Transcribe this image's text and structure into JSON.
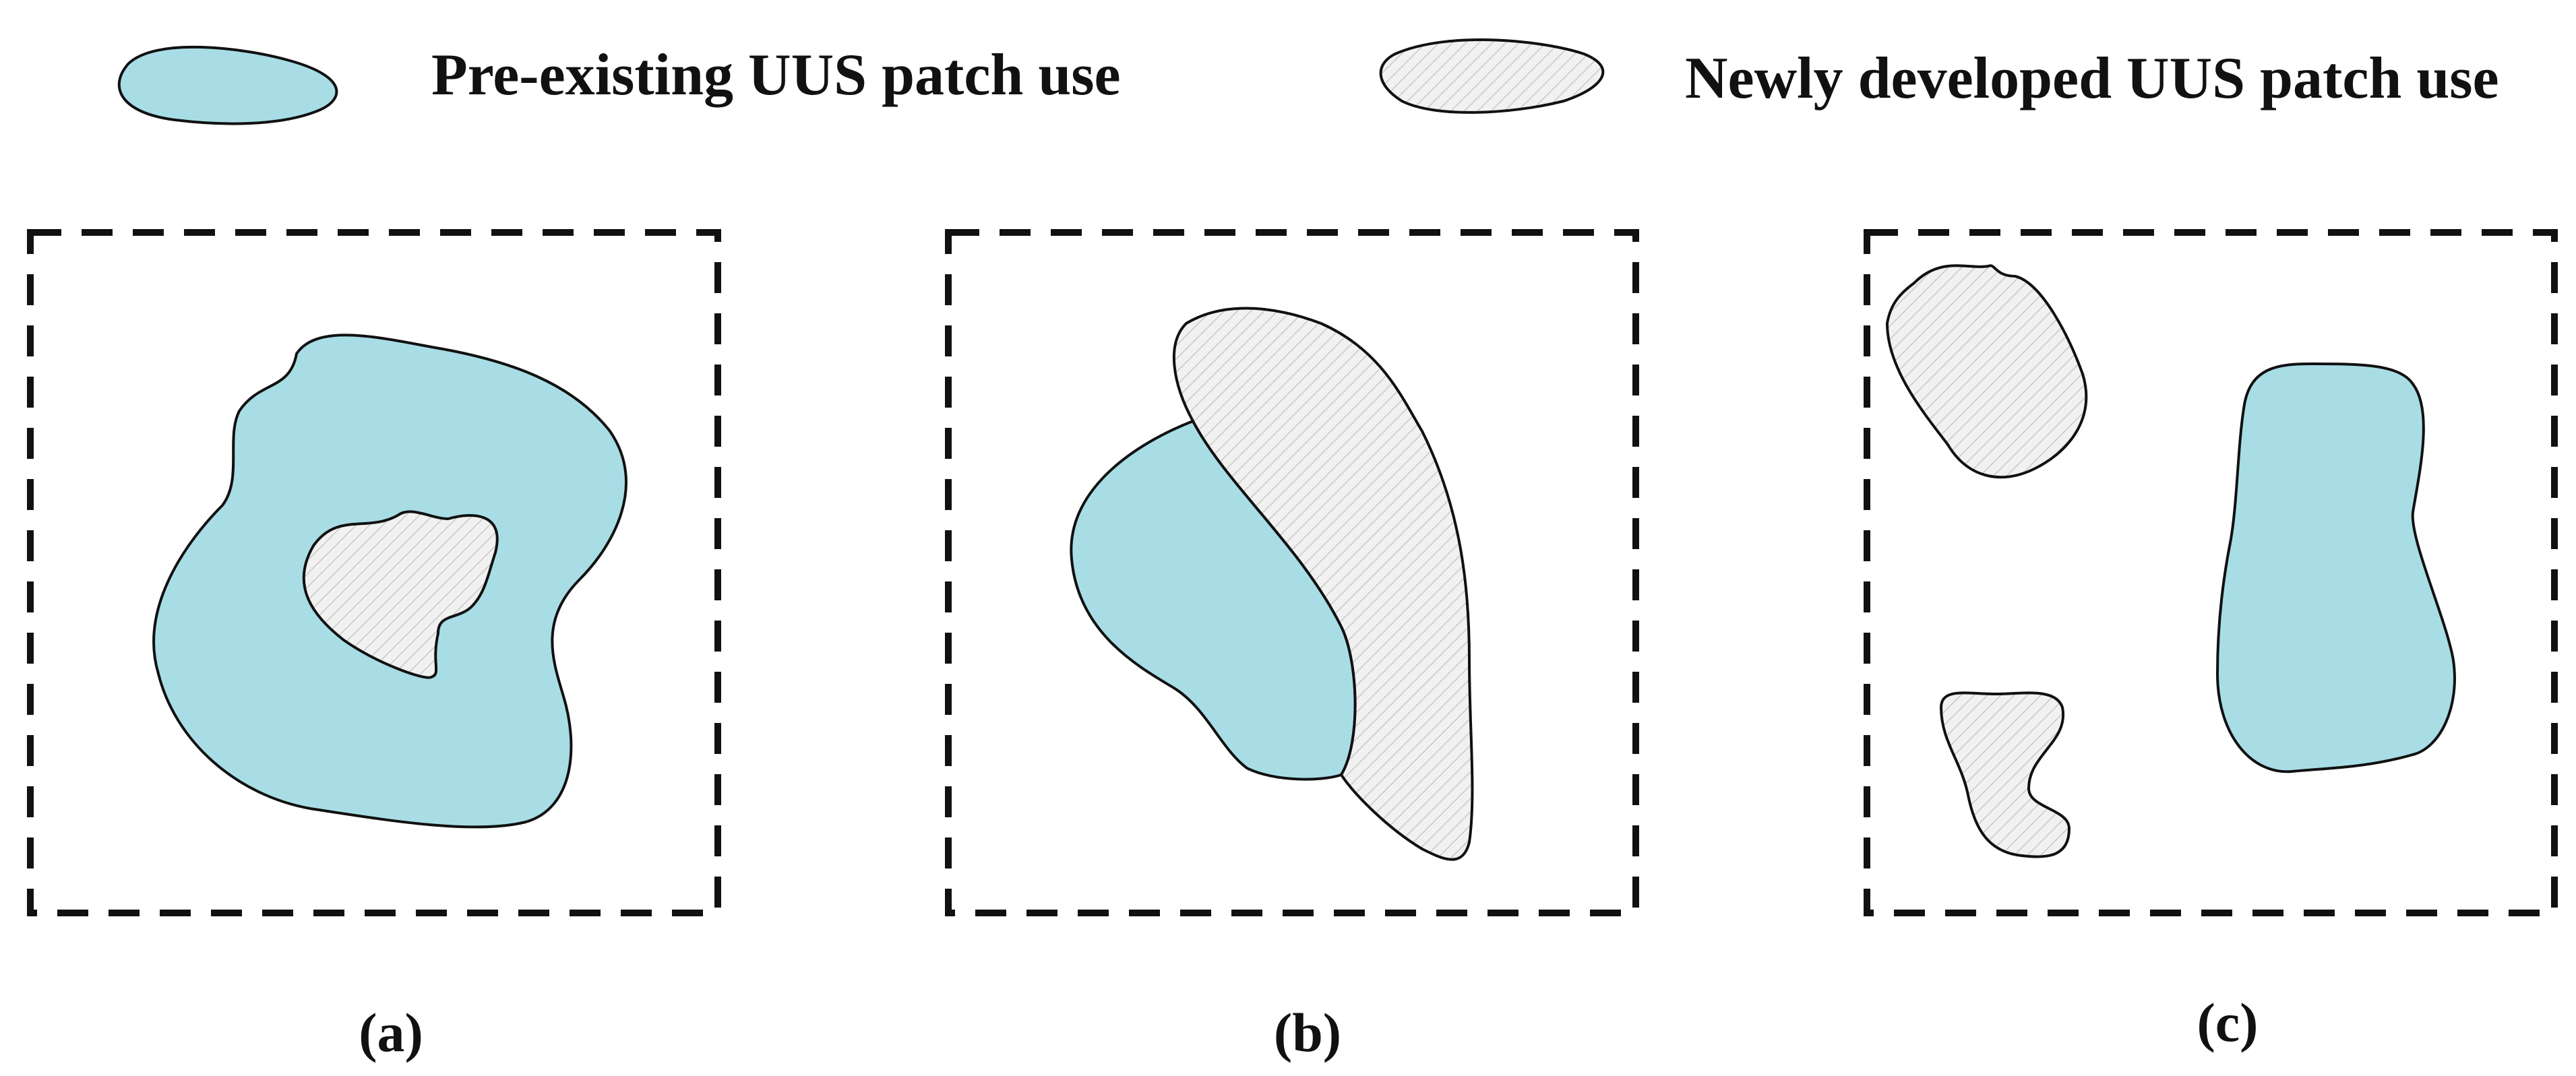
{
  "legend": {
    "pre_existing_label": "Pre-existing UUS patch use",
    "newly_developed_label": "Newly developed  UUS patch use"
  },
  "panels": [
    {
      "label": "(a)"
    },
    {
      "label": "(b)"
    },
    {
      "label": "(c)"
    }
  ],
  "colors": {
    "pre_existing_fill": "#a8dde6",
    "newly_developed_fill": "#f1f1f1",
    "hatch_stroke": "#c8c8c8",
    "outline": "#111111"
  }
}
